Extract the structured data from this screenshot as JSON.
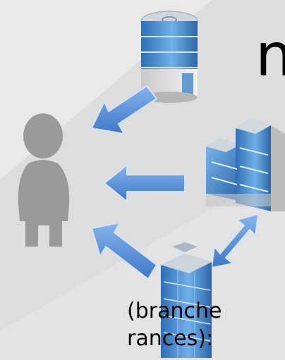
{
  "title_fragment": "n",
  "body_lines": [
    "(branche",
    "rances):"
  ],
  "colors": {
    "background": "#e3e3e3",
    "diagonal_band": "#cfcfcf",
    "person": "#9a9a9a",
    "arrow_fill": "#5b8fd6",
    "arrow_edge": "#d4e4f8",
    "glass": "#4f92d6",
    "glass_dark": "#2e6db0",
    "wall": "#d9d9d9",
    "wall_shadow": "#b9b9b9"
  },
  "icons": [
    "person-silhouette-icon",
    "round-office-building-icon",
    "twin-office-towers-icon",
    "skyscraper-icon",
    "arrow-left-down-icon",
    "arrow-left-icon",
    "arrow-left-up-icon",
    "double-arrow-icon"
  ]
}
